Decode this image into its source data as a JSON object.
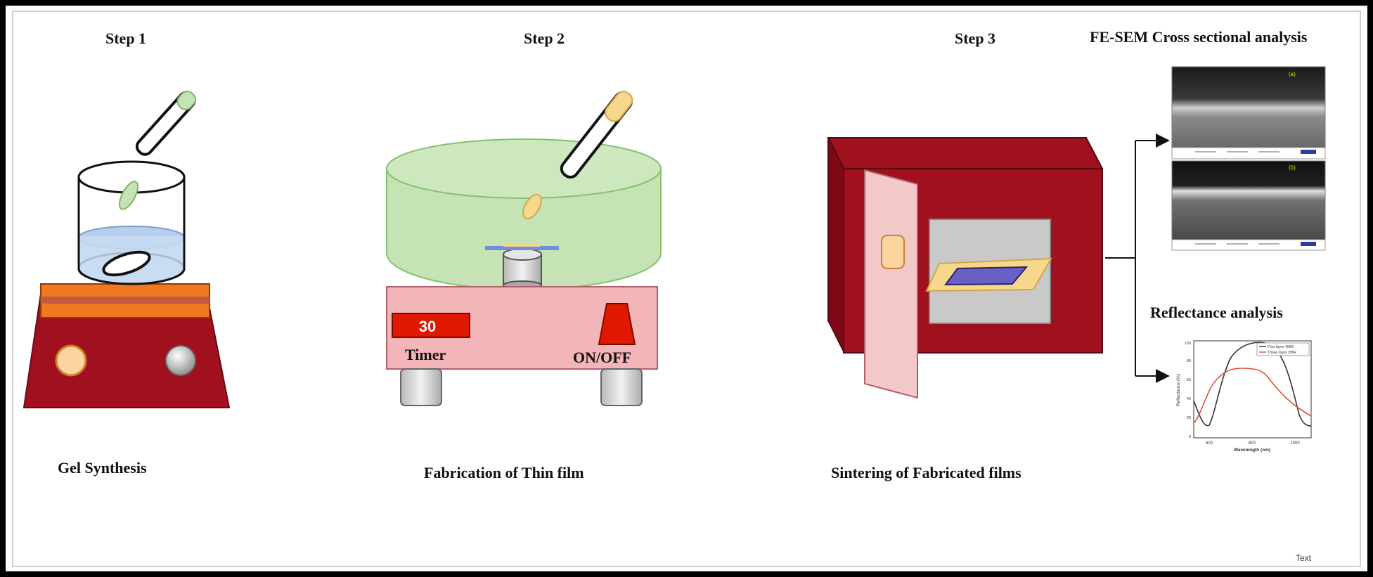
{
  "steps": {
    "step1": {
      "title": "Step 1",
      "caption": "Gel Synthesis"
    },
    "step2": {
      "title": "Step 2",
      "caption": "Fabrication of Thin film",
      "timer_value": "30",
      "timer_label": "Timer",
      "switch_label": "ON/OFF"
    },
    "step3": {
      "title": "Step 3",
      "caption": "Sintering of Fabricated films"
    }
  },
  "analysis": {
    "sem_title": "FE-SEM  Cross sectional analysis",
    "sem_panel_a": "(a)",
    "sem_panel_b": "(b)",
    "reflectance_title": "Reflectance   analysis",
    "reflectance_chart": {
      "ylabel": "Reflectance (%)",
      "xlabel": "Wavelength (nm)",
      "xticks": [
        "600",
        "800",
        "1000"
      ],
      "yticks": [
        "0",
        "20",
        "40",
        "60",
        "80",
        "100"
      ],
      "legend": [
        "Five layer DBR",
        "Three layer DBR"
      ]
    }
  },
  "footer": {
    "text": "Text"
  },
  "colors": {
    "frame": "#000000",
    "maroon": "#a0101f",
    "orange": "#f07820",
    "green_bowl": "#c5e3b5",
    "red_timer": "#e01800",
    "pink_base": "#f2b5b8",
    "film_blue": "#6a5fc2",
    "film_yellow": "#f6d78c",
    "series_black": "#333333",
    "series_red": "#e0503c"
  }
}
